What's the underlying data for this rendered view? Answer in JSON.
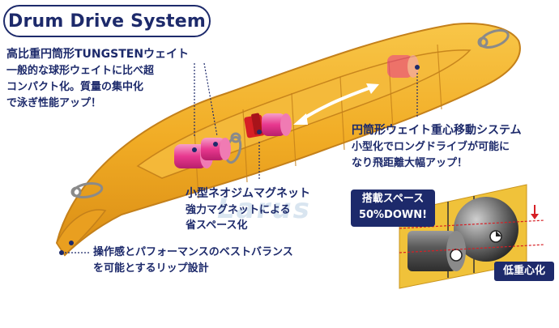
{
  "title": "Drum Drive System",
  "tungsten": {
    "heading": "高比重円筒形TUNGSTENウェイト",
    "line1": "一般的な球形ウェイトに比べ超",
    "line2": "コンパクト化。質量の集中化",
    "line3": "で泳ぎ性能アップ！"
  },
  "drive": {
    "heading": "円筒形ウェイト重心移動システム",
    "line1": "小型化でロングドライブが可能に",
    "line2": "なり飛距離大幅アップ！"
  },
  "magnet": {
    "heading": "小型ネオジムマグネット",
    "line1": "強力マグネットによる",
    "line2": "省スペース化"
  },
  "lip": {
    "line1": "操作感とパフォーマンスのベストバランス",
    "line2": "を可能とするリップ設計"
  },
  "badge": {
    "line1": "搭載スペース",
    "line2": "50%DOWN!"
  },
  "low_cg": "低重心化",
  "watermark": "Larus",
  "colors": {
    "navy": "#1d2a6b",
    "lure_body": "#f3b12a",
    "lure_dark": "#d8901a",
    "magnet": "#e8388f",
    "weight_red": "#d61f25"
  }
}
